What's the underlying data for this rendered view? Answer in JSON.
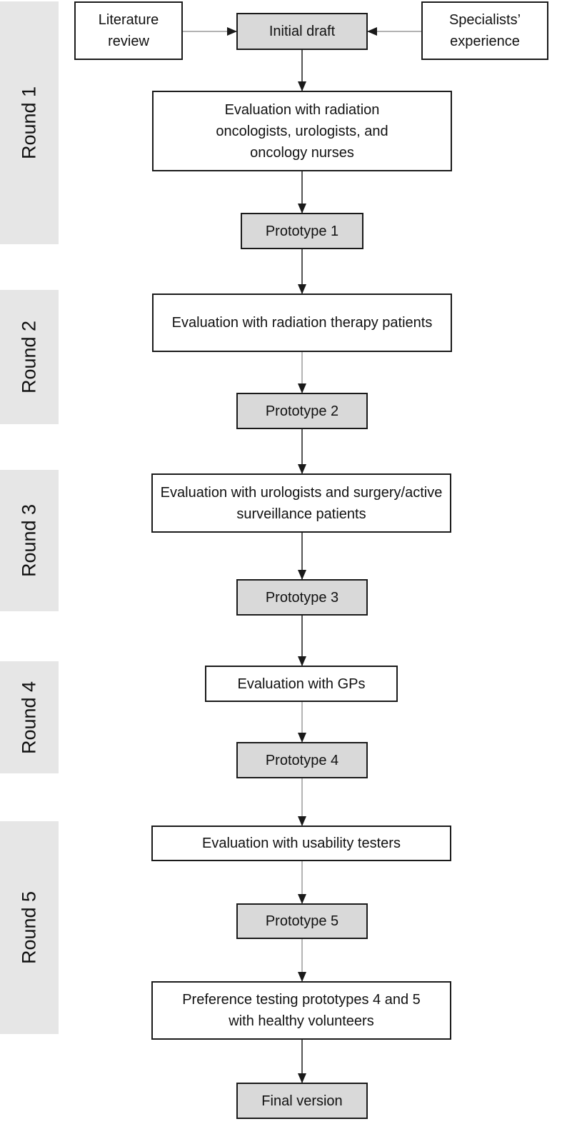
{
  "rounds": [
    {
      "label": "Round 1"
    },
    {
      "label": "Round 2"
    },
    {
      "label": "Round 3"
    },
    {
      "label": "Round 4"
    },
    {
      "label": "Round 5"
    }
  ],
  "boxes": {
    "literature_review": "Literature review",
    "initial_draft": "Initial draft",
    "specialists_experience": "Specialists’ experience",
    "eval_round1": "Evaluation with radiation oncologists, urologists, and oncology nurses",
    "prototype1": "Prototype 1",
    "eval_round2": "Evaluation with radiation therapy patients",
    "prototype2": "Prototype 2",
    "eval_round3": "Evaluation with urologists and surgery/active surveillance patients",
    "prototype3": "Prototype 3",
    "eval_round4": "Evaluation with GPs",
    "prototype4": "Prototype 4",
    "eval_round5": "Evaluation with usability testers",
    "prototype5": "Prototype 5",
    "preference_testing": "Preference testing prototypes 4 and 5 with healthy volunteers",
    "final_version": "Final version"
  },
  "colors": {
    "round_band": "#e6e6e6",
    "prototype_fill": "#d9d9d9",
    "border": "#1a1a1a"
  }
}
